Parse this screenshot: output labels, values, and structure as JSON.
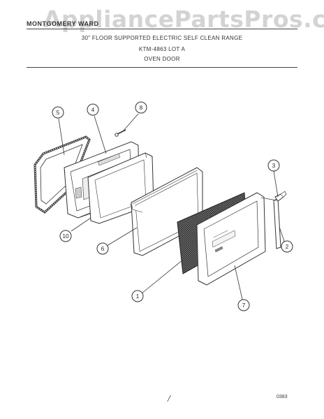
{
  "watermark": "AppliancePartsPros.com",
  "header": {
    "brand": "MONTGOMERY WARD",
    "line1": "30\" FLOOR SUPPORTED ELECTRIC SELF CLEAN RANGE",
    "line2": "KTM-4863 LOT A",
    "line3": "OVEN DOOR"
  },
  "callouts": {
    "c1": "1",
    "c2": "2",
    "c3": "3",
    "c4": "4",
    "c5": "5",
    "c6": "6",
    "c7": "7",
    "c8": "8",
    "c10": "10"
  },
  "footer": {
    "code": "0383",
    "page_mark": "/"
  },
  "colors": {
    "line": "#333333",
    "mesh": "#555555",
    "watermark": "#969696"
  }
}
